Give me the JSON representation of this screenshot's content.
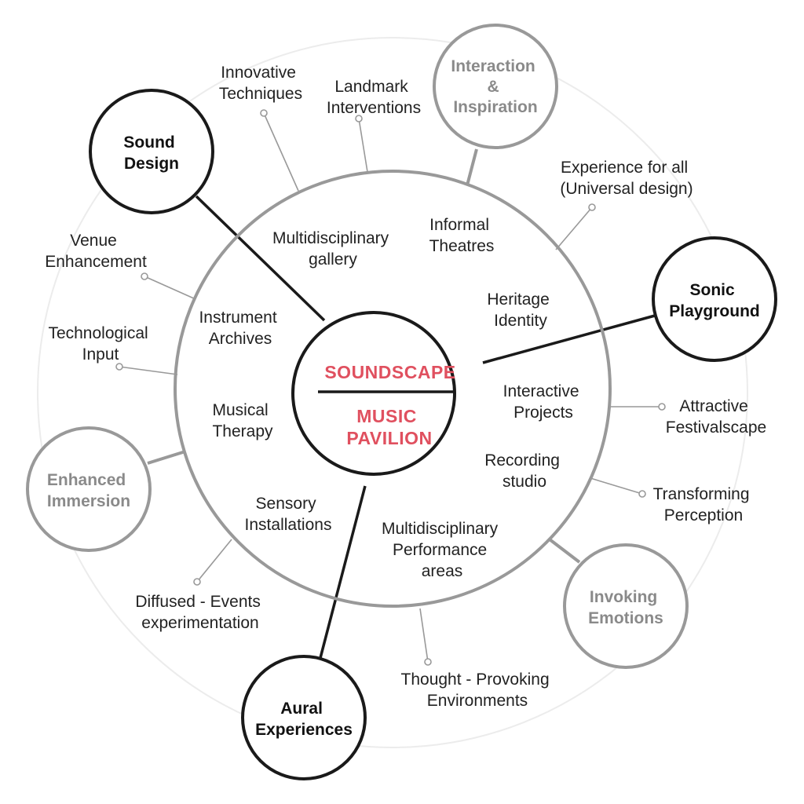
{
  "center": {
    "top_label": "SOUNDSCAPE",
    "bottom_lines": [
      "MUSIC",
      "PAVILION"
    ],
    "accent_color": "#e0505f"
  },
  "inner_labels": [
    {
      "id": "multidisciplinary-gallery",
      "lines": [
        "Multidisciplinary",
        "gallery"
      ]
    },
    {
      "id": "informal-theatres",
      "lines": [
        "Informal",
        "Theatres"
      ]
    },
    {
      "id": "heritage-identity",
      "lines": [
        "Heritage",
        "Identity"
      ]
    },
    {
      "id": "instrument-archives",
      "lines": [
        "Instrument",
        "Archives"
      ]
    },
    {
      "id": "interactive-projects",
      "lines": [
        "Interactive",
        "Projects"
      ]
    },
    {
      "id": "musical-therapy",
      "lines": [
        "Musical",
        "Therapy"
      ]
    },
    {
      "id": "recording-studio",
      "lines": [
        "Recording",
        "studio"
      ]
    },
    {
      "id": "sensory-installations",
      "lines": [
        "Sensory",
        "Installations"
      ]
    },
    {
      "id": "multidisciplinary-performance-areas",
      "lines": [
        "Multidisciplinary",
        "Performance",
        "areas"
      ]
    }
  ],
  "outer_labels": [
    {
      "id": "innovative-techniques",
      "lines": [
        "Innovative",
        "Techniques"
      ]
    },
    {
      "id": "landmark-interventions",
      "lines": [
        "Landmark",
        "Interventions"
      ]
    },
    {
      "id": "experience-for-all",
      "lines": [
        "Experience for all",
        "(Universal design)"
      ]
    },
    {
      "id": "venue-enhancement",
      "lines": [
        "Venue",
        "Enhancement"
      ]
    },
    {
      "id": "technological-input",
      "lines": [
        "Technological",
        "Input"
      ]
    },
    {
      "id": "attractive-festivalscape",
      "lines": [
        "Attractive",
        "Festivalscape"
      ]
    },
    {
      "id": "transforming-perception",
      "lines": [
        "Transforming",
        "Perception"
      ]
    },
    {
      "id": "diffused-events",
      "lines": [
        "Diffused - Events",
        "experimentation"
      ]
    },
    {
      "id": "thought-provoking",
      "lines": [
        "Thought - Provoking",
        "Environments"
      ]
    }
  ],
  "satellites": [
    {
      "id": "sound-design",
      "lines": [
        "Sound",
        "Design"
      ],
      "style": "dark"
    },
    {
      "id": "interaction-inspiration",
      "lines": [
        "Interaction",
        "&",
        "Inspiration"
      ],
      "style": "grey"
    },
    {
      "id": "sonic-playground",
      "lines": [
        "Sonic",
        "Playground"
      ],
      "style": "dark"
    },
    {
      "id": "enhanced-immersion",
      "lines": [
        "Enhanced",
        "Immersion"
      ],
      "style": "grey"
    },
    {
      "id": "invoking-emotions",
      "lines": [
        "Invoking",
        "Emotions"
      ],
      "style": "grey"
    },
    {
      "id": "aural-experiences",
      "lines": [
        "Aural",
        "Experiences"
      ],
      "style": "dark"
    }
  ],
  "colors": {
    "dark_stroke": "#1a1a1a",
    "grey_stroke": "#999999",
    "faint_ring": "#ececec"
  }
}
